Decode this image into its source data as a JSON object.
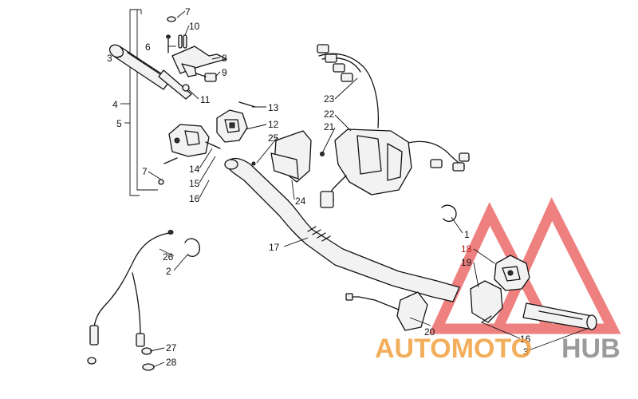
{
  "diagram": {
    "callouts": {
      "c1": "1",
      "c2a": "2",
      "c3a": "3",
      "c3b": "3",
      "c4": "4",
      "c5": "5",
      "c6": "6",
      "c7a": "7",
      "c7b": "7",
      "c8": "8",
      "c9": "9",
      "c10": "10",
      "c11": "11",
      "c12": "12",
      "c13": "13",
      "c14": "14",
      "c15": "15",
      "c16a": "16",
      "c16b": "16",
      "c17": "17",
      "c18": "18",
      "c19": "19",
      "c20": "20",
      "c21": "21",
      "c22": "22",
      "c23": "23",
      "c24": "24",
      "c25": "25",
      "c26": "26",
      "c27": "27",
      "c28": "28"
    }
  },
  "watermark": {
    "word_orange": "AUTOMOTO",
    "word_gray": "HUB",
    "color_orange": "#f2a040",
    "color_gray": "#8a8a8a",
    "color_triangle": "#e85050"
  }
}
